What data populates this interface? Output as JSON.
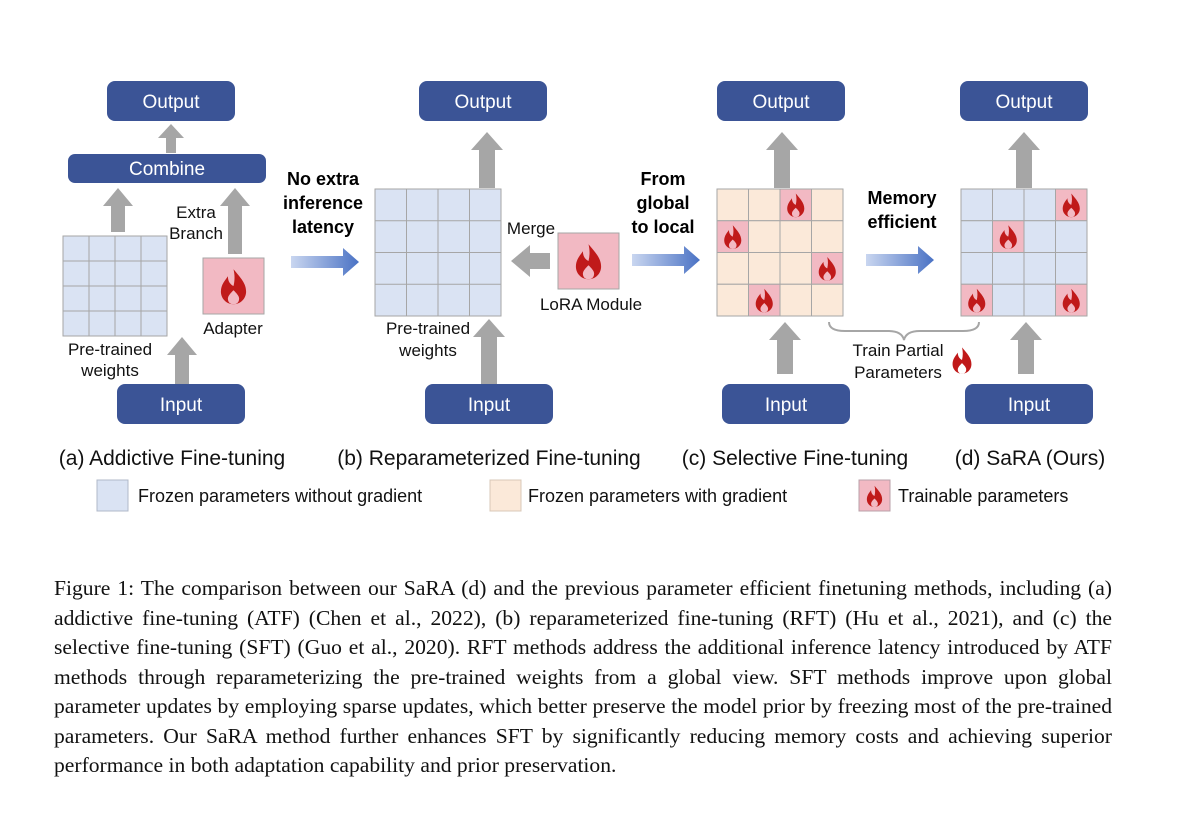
{
  "colors": {
    "node": "#3b5496",
    "arrow": "#a6a6a6",
    "frozen_no_grad": "#dae3f3",
    "frozen_with_grad": "#fbe9d9",
    "trainable": "#f2b9c3",
    "flame": "#c01a1a",
    "grid_line": "#a6a6a6"
  },
  "icons": {
    "flame": "flame-icon",
    "arrow": "block-arrow"
  },
  "panel_a": {
    "output": "Output",
    "combine": "Combine",
    "extra_line1": "Extra",
    "extra_line2": "Branch",
    "adapter": "Adapter",
    "weights_line1": "Pre-trained",
    "weights_line2": "weights",
    "input": "Input",
    "caption": "(a) Addictive Fine-tuning"
  },
  "panel_b": {
    "output": "Output",
    "merge": "Merge",
    "lora": "LoRA Module",
    "weights_line1": "Pre-trained",
    "weights_line2": "weights",
    "input": "Input",
    "caption": "(b) Reparameterized Fine-tuning"
  },
  "panel_c": {
    "output": "Output",
    "input": "Input",
    "caption": "(c) Selective Fine-tuning",
    "trainable_cells": [
      [
        0,
        2
      ],
      [
        1,
        0
      ],
      [
        2,
        3
      ],
      [
        3,
        1
      ]
    ]
  },
  "panel_d": {
    "output": "Output",
    "input": "Input",
    "caption": "(d) SaRA (Ours)",
    "trainable_cells": [
      [
        0,
        3
      ],
      [
        1,
        1
      ],
      [
        3,
        0
      ],
      [
        3,
        3
      ]
    ],
    "train_line1": "Train Partial",
    "train_line2": "Parameters"
  },
  "transitions": {
    "t1_line1": "No extra",
    "t1_line2": "inference",
    "t1_line3": "latency",
    "t2_line1": "From",
    "t2_line2": "global",
    "t2_line3": "to local",
    "t3_line1": "Memory",
    "t3_line2": "efficient"
  },
  "legend": {
    "frozen_no_grad": "Frozen parameters without gradient",
    "frozen_with_grad": "Frozen parameters with gradient",
    "trainable": "Trainable parameters"
  },
  "caption": "Figure 1: The comparison between our SaRA (d) and the previous parameter efficient finetuning methods, including (a) addictive fine-tuning (ATF) (Chen et al., 2022), (b) reparameterized fine-tuning (RFT) (Hu et al., 2021), and (c) the selective fine-tuning (SFT) (Guo et al., 2020). RFT methods address the additional inference latency introduced by ATF methods through reparameterizing the pre-trained weights from a global view. SFT methods improve upon global parameter updates by employing sparse updates, which better preserve the model prior by freezing most of the pre-trained parameters. Our SaRA method further enhances SFT by significantly reducing memory costs and achieving superior performance in both adaptation capability and prior preservation."
}
